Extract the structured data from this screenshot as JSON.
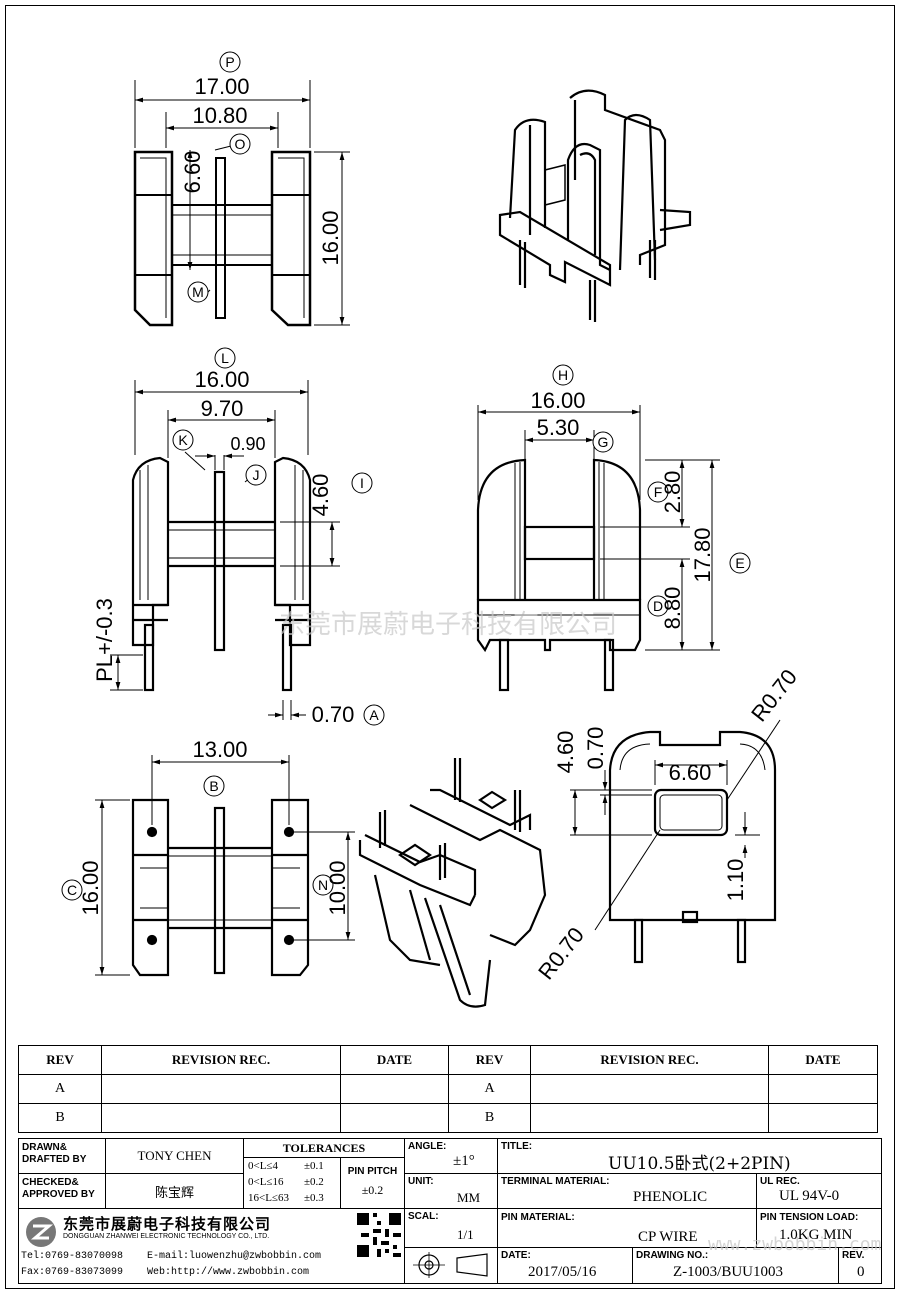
{
  "dims": {
    "top_width": "17.00",
    "top_inner": "10.80",
    "top_slot": "6.60",
    "top_height": "16.00",
    "side_width": "16.00",
    "side_inner": "9.70",
    "side_flange": "0.90",
    "side_height": "4.60",
    "side_pin_len": "PL+/-0.3",
    "side_pin_dia": "0.70",
    "front_width": "16.00",
    "front_window": "5.30",
    "front_top": "2.80",
    "front_height": "17.80",
    "front_bottom": "8.80",
    "bottom_spacing": "13.00",
    "bottom_height": "16.00",
    "bottom_pitch": "10.00",
    "sec_h1": "4.60",
    "sec_h2": "0.70",
    "sec_w": "6.60",
    "sec_r1": "R0.70",
    "sec_r2": "R0.70",
    "sec_b": "1.10"
  },
  "bubbles": {
    "P": "P",
    "O": "O",
    "M": "M",
    "L": "L",
    "K": "K",
    "J": "J",
    "I": "I",
    "A": "A",
    "H": "H",
    "G": "G",
    "F": "F",
    "E": "E",
    "D": "D",
    "B": "B",
    "C": "C",
    "N": "N"
  },
  "watermark": "东莞市展蔚电子科技有限公司",
  "watermark_url": "www.zwbobbin.com",
  "revision": {
    "h_rev": "REV",
    "h_rec": "REVISION REC.",
    "h_date": "DATE",
    "rows": [
      "A",
      "B"
    ]
  },
  "title_block": {
    "drawn_label": "DRAWN&\nDRAFTED BY",
    "drawn_by": "TONY CHEN",
    "checked_label": "CHECKED&\nAPPROVED BY",
    "checked_by": "陈宝辉",
    "tolerances_label": "TOLERANCES",
    "tol_1": "0<L≤4",
    "tol_1v": "±0.1",
    "tol_2": "0<L≤16",
    "tol_2v": "±0.2",
    "tol_3": "16<L≤63",
    "tol_3v": "±0.3",
    "pin_pitch_label": "PIN PITCH",
    "pin_pitch": "±0.2",
    "angle_label": "ANGLE:",
    "angle": "±1°",
    "unit_label": "UNIT:",
    "unit": "MM",
    "scale_label": "SCAL:",
    "scale": "1/1",
    "title_label": "TITLE:",
    "title": "UU10.5卧式(2+2PIN)",
    "terminal_label": "TERMINAL MATERIAL:",
    "terminal": "PHENOLIC",
    "ul_label": "UL REC.",
    "ul": "UL 94V-0",
    "pin_mat_label": "PIN MATERIAL:",
    "pin_mat": "CP WIRE",
    "tension_label": "PIN TENSION LOAD:",
    "tension": "1.0KG MIN",
    "date_label": "DATE:",
    "date": "2017/05/16",
    "drawing_label": "DRAWING NO.:",
    "drawing": "Z-1003/BUU1003",
    "rev_label": "REV.",
    "rev": "0",
    "company_cn": "东莞市展蔚电子科技有限公司",
    "company_en": "DONGGUAN ZHANWEI ELECTRONIC TECHNOLOGY CO., LTD.",
    "tel": "Tel:0769-83070098",
    "email": "E-mail:luowenzhu@zwbobbin.com",
    "fax": "Fax:0769-83073099",
    "web": "Web:http://www.zwbobbin.com"
  }
}
